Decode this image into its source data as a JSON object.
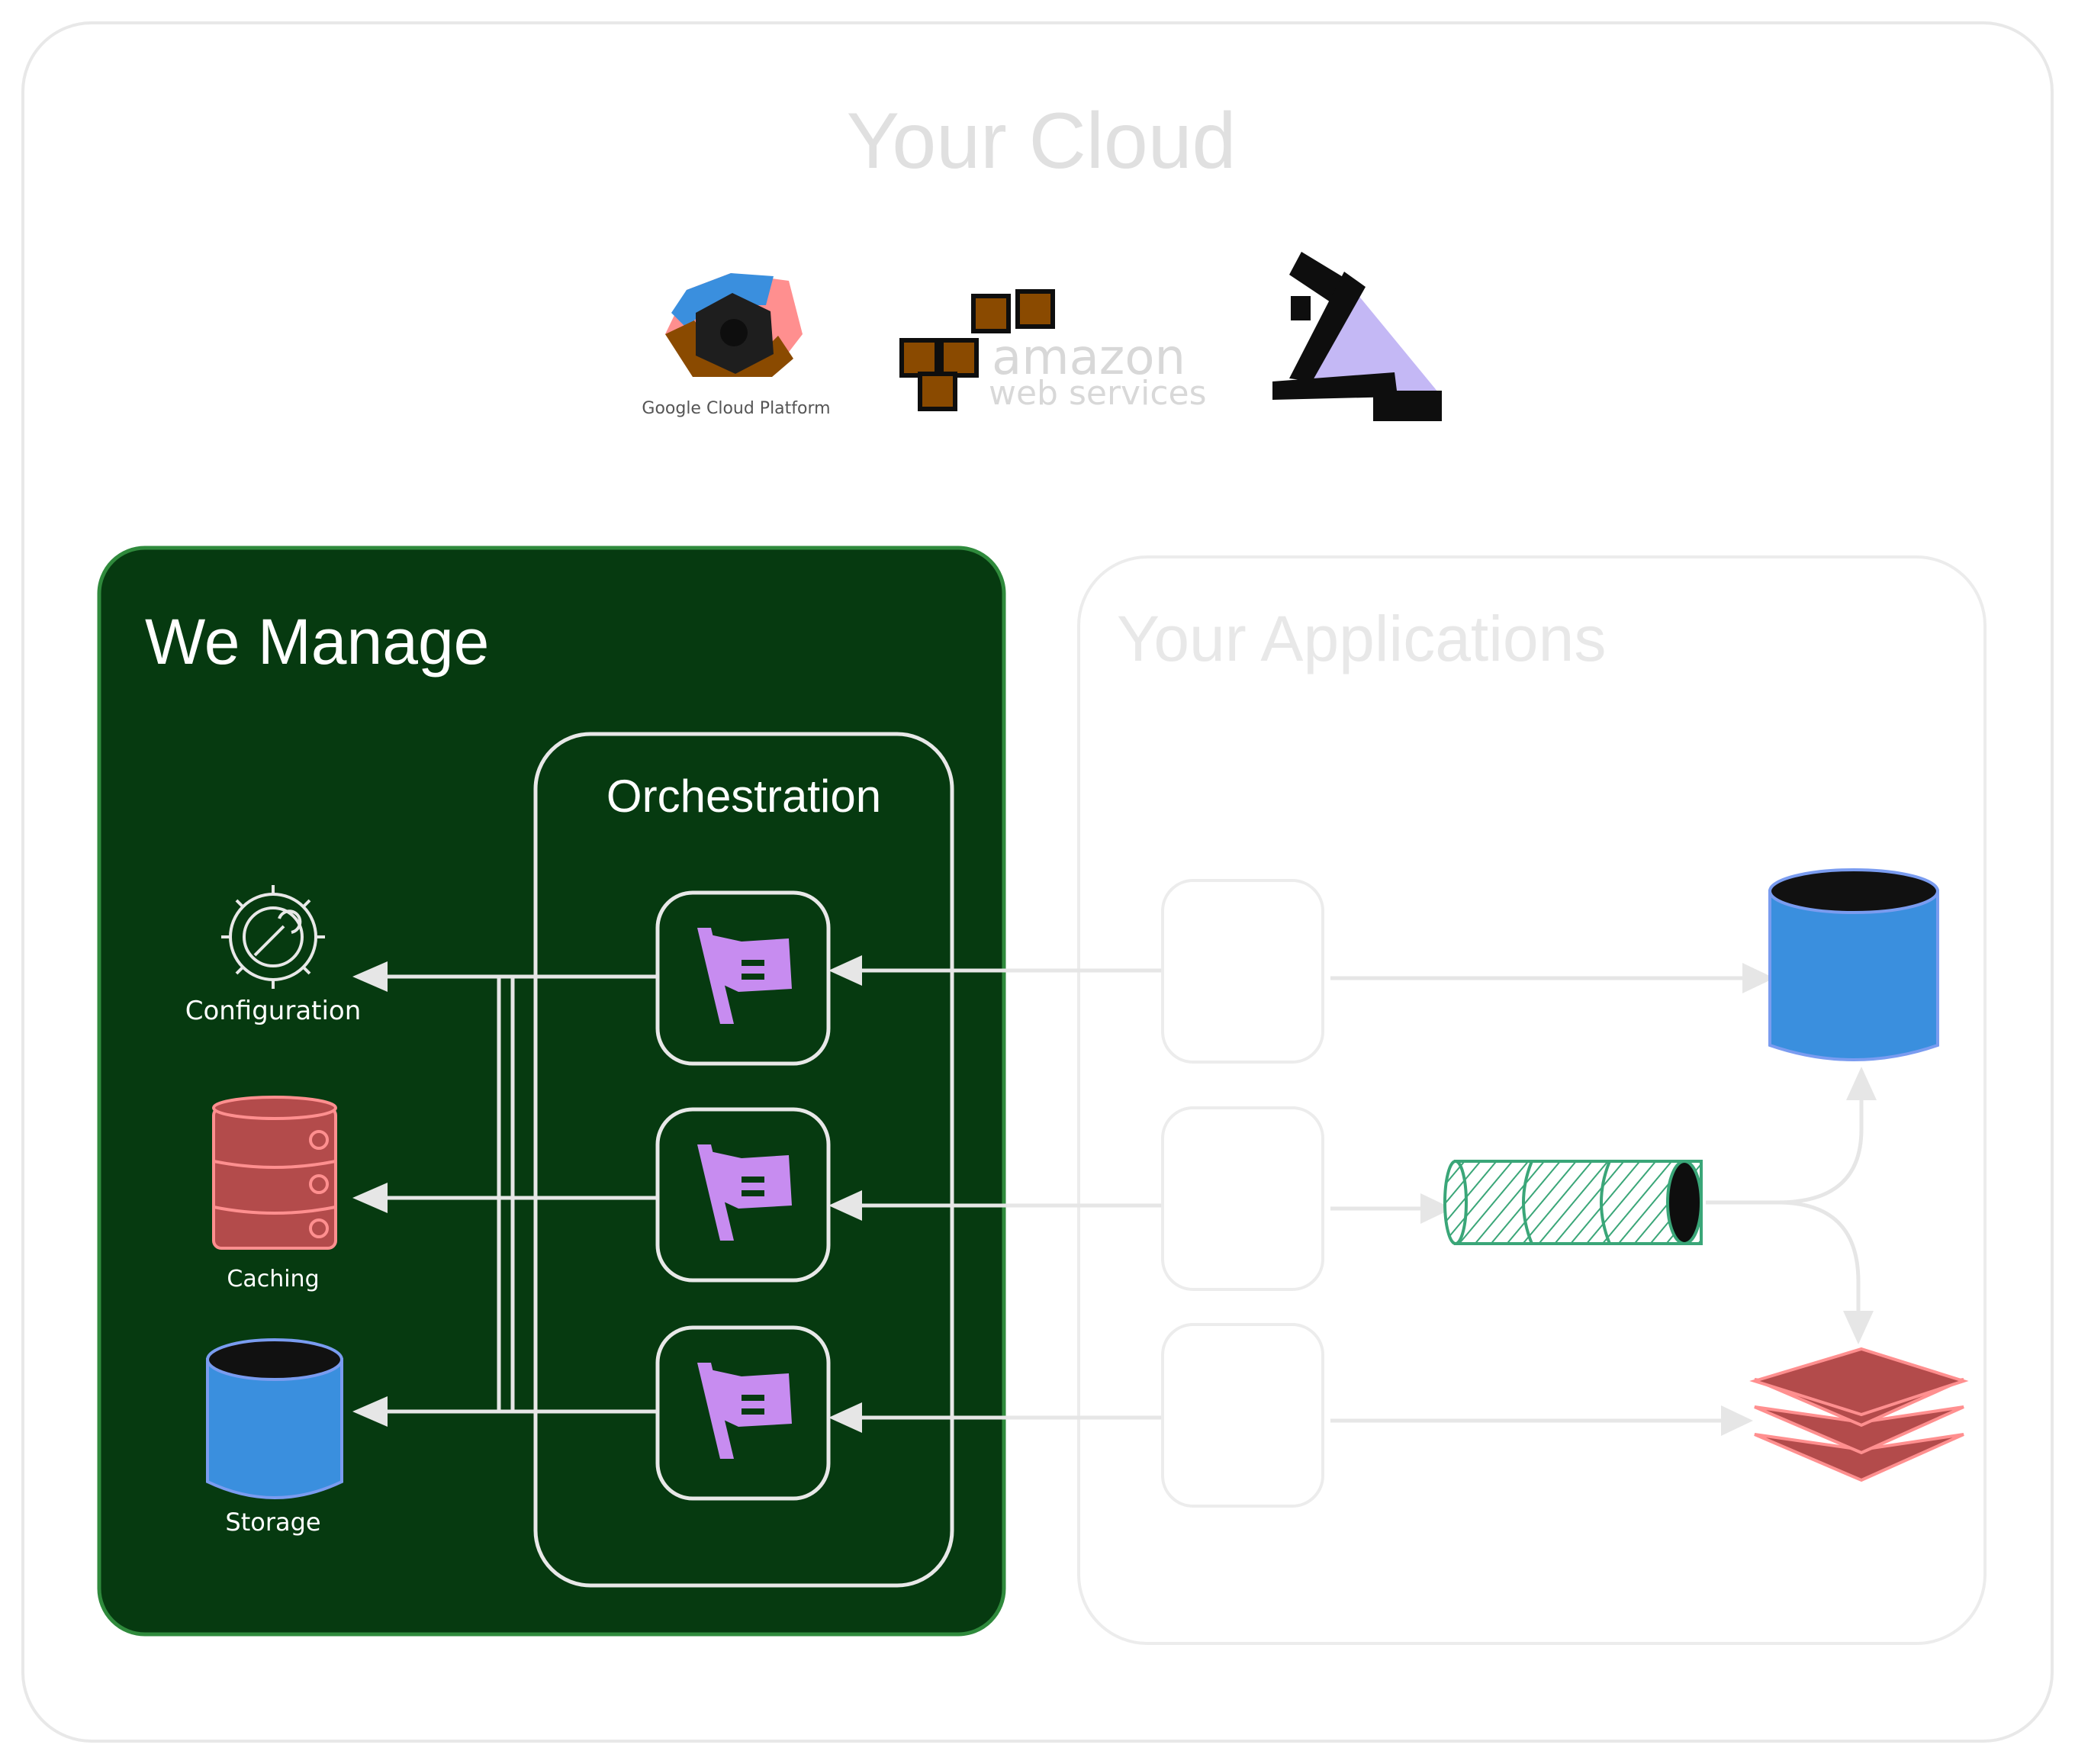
{
  "outer": {
    "title": "Your Cloud"
  },
  "providers": [
    {
      "name": "gcp-logo",
      "label": "Google Cloud Platform"
    },
    {
      "name": "aws-logo",
      "label_line1": "amazon",
      "label_line2": "web services"
    },
    {
      "name": "third-cloud-logo"
    }
  ],
  "managed": {
    "title": "We Manage",
    "orchestration_title": "Orchestration",
    "services": [
      {
        "name": "configuration",
        "label": "Configuration",
        "icon": "gear-wrench-icon"
      },
      {
        "name": "caching",
        "label": "Caching",
        "icon": "database-stack-icon"
      },
      {
        "name": "storage",
        "label": "Storage",
        "icon": "storage-cylinder-icon"
      }
    ],
    "workers": 3
  },
  "applications": {
    "title": "Your Applications",
    "nodes": [
      {
        "icon": "storage-cylinder-icon"
      },
      {
        "icon": "queue-pipe-icon"
      },
      {
        "icon": "layers-stack-icon"
      }
    ]
  },
  "colors": {
    "managed_bg": "#063a10",
    "managed_border": "#2f8a3c",
    "light_stroke": "#e6e6e6",
    "muted_text": "#e0e0e0",
    "flag": "#c78cf0",
    "blue": "#3a8fde",
    "red": "#b34b4b",
    "green_hatch": "#3aa678",
    "brown": "#8a4a00",
    "lavender": "#c4b8f5"
  }
}
